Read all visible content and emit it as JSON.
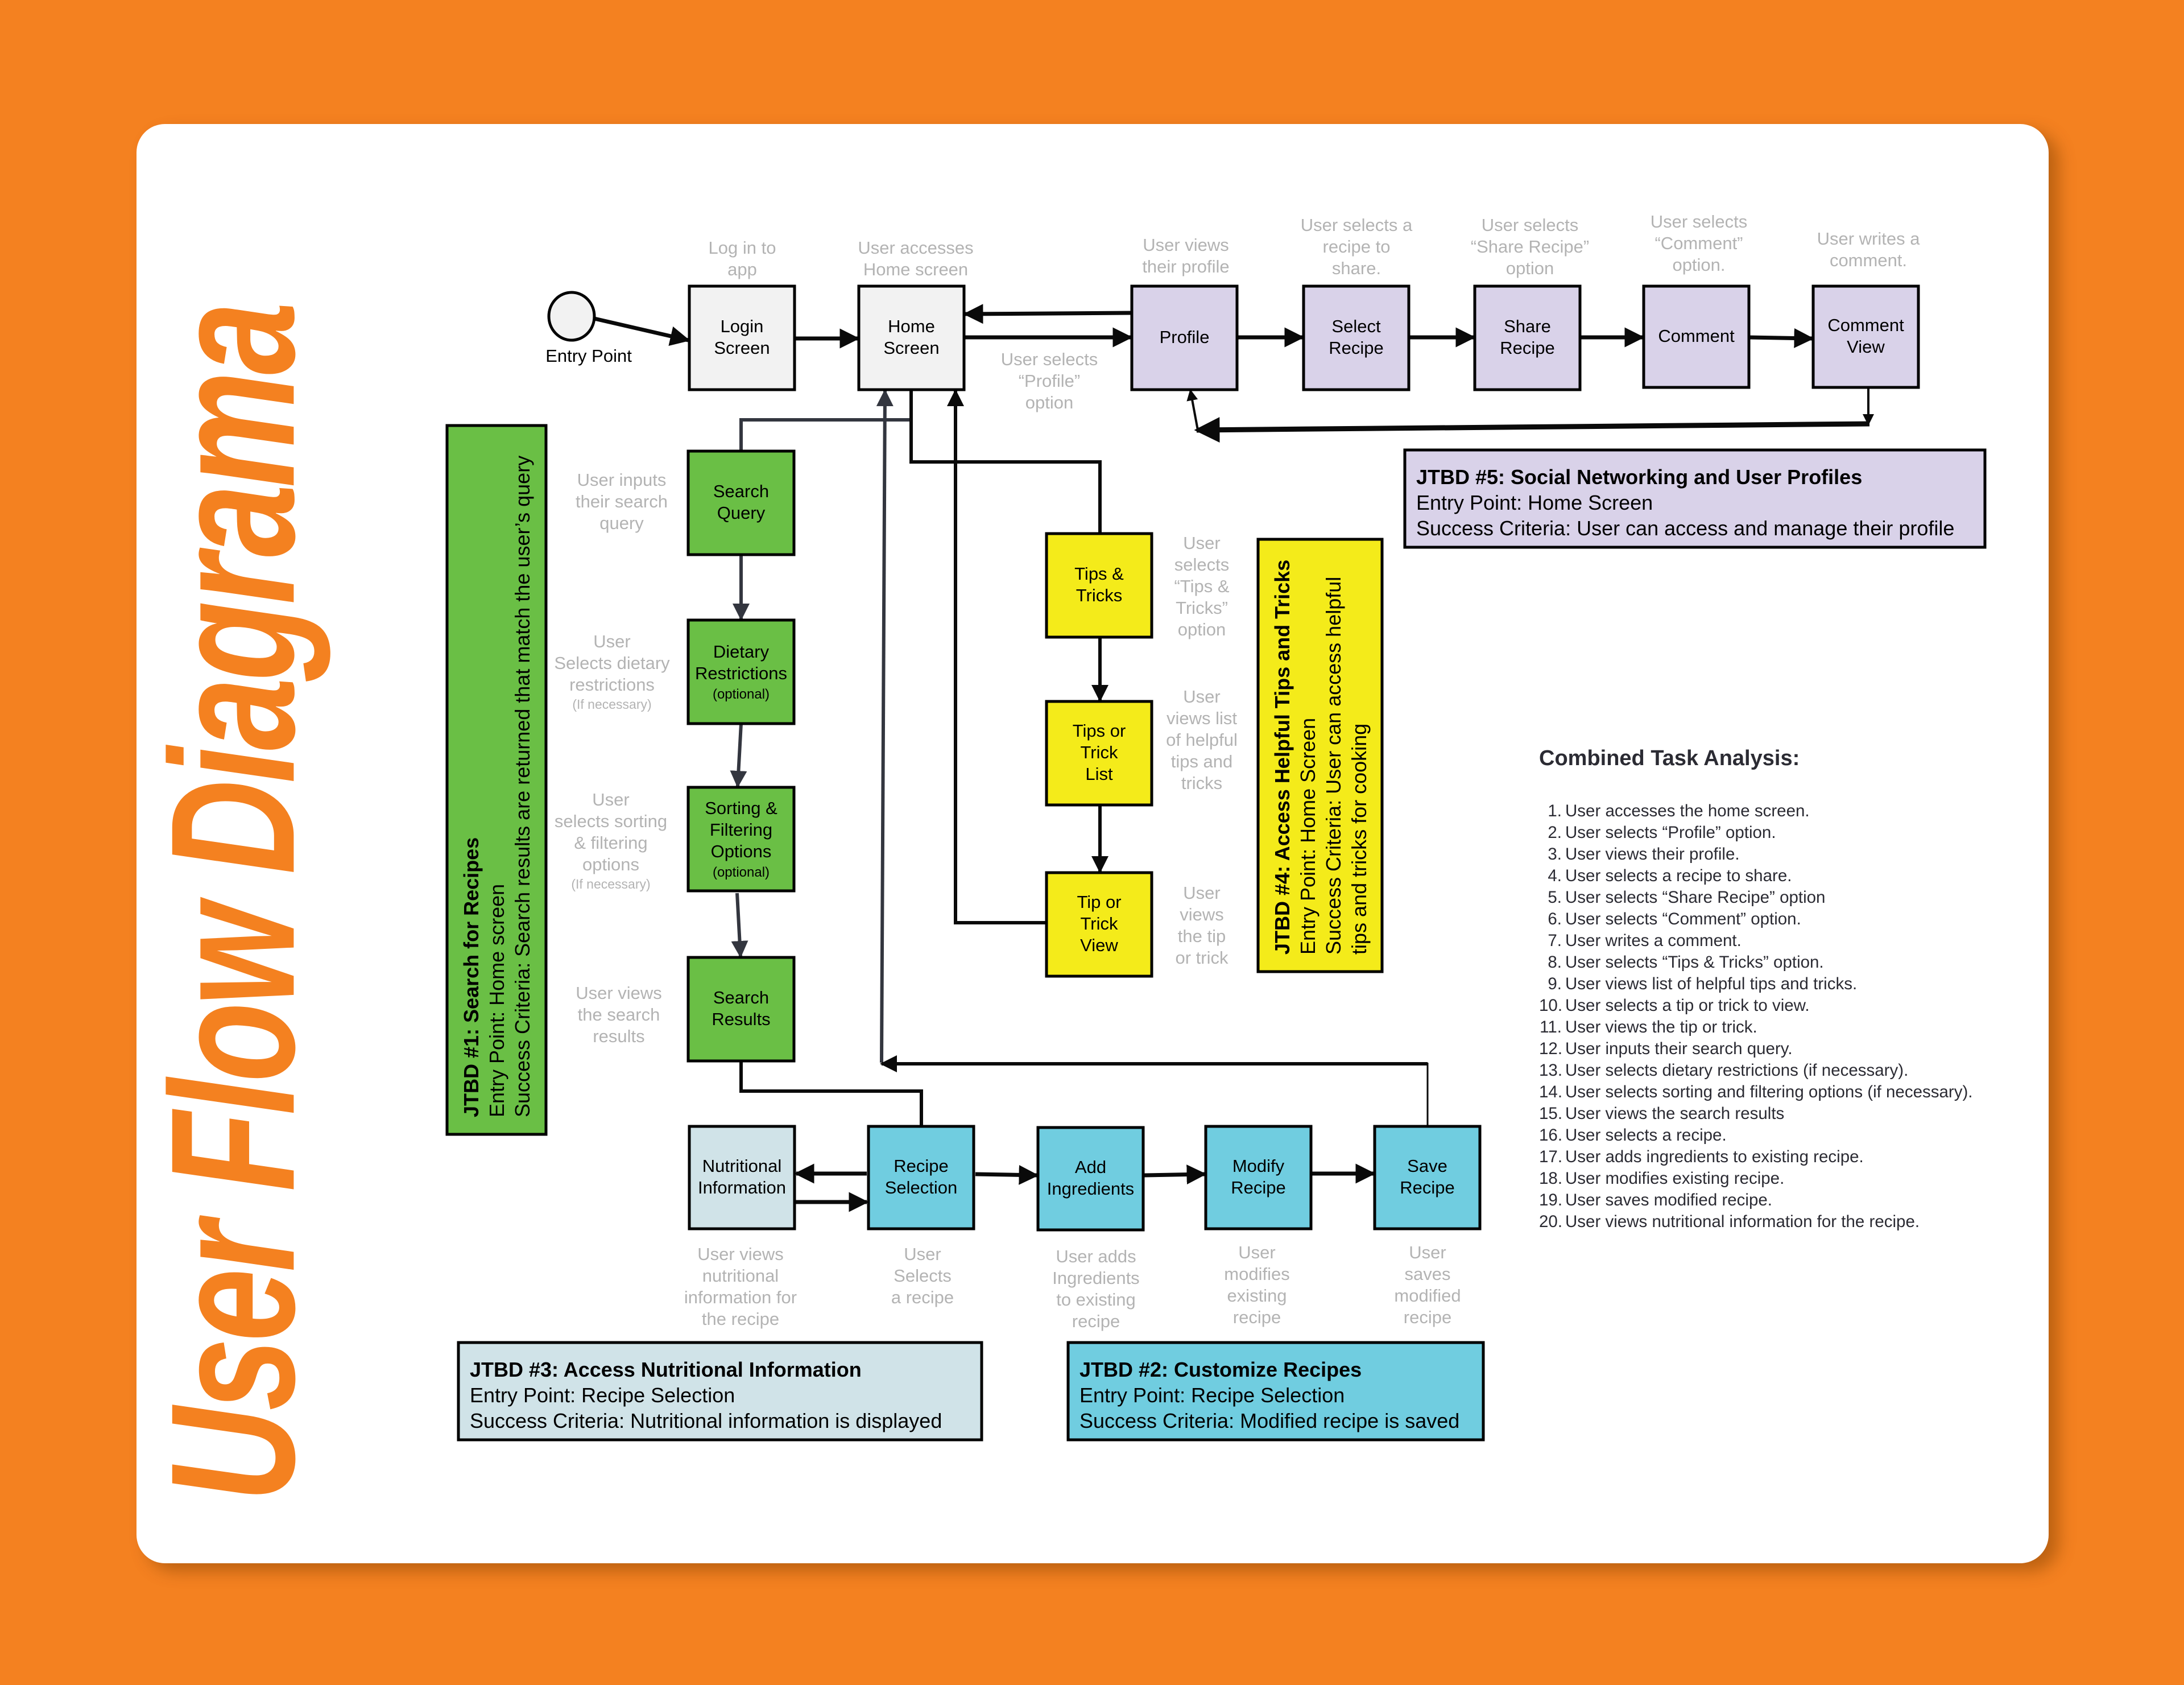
{
  "title": "User Flow Diagrama",
  "colors": {
    "background": "#f48120",
    "card": "#ffffff",
    "title": "#f48120",
    "neutral_node": "#f2f2f2",
    "social": "#d9d2e9",
    "search": "#6abf45",
    "tips": "#f4eb1a",
    "customize": "#70cde0",
    "nutrition": "#d0e3e8",
    "note_text": "#b3b3b3"
  },
  "entry": {
    "label": "Entry Point"
  },
  "nodes": {
    "login": {
      "lines": [
        "Login",
        "Screen"
      ],
      "note": [
        "Log in to",
        "app"
      ]
    },
    "home": {
      "lines": [
        "Home",
        "Screen"
      ],
      "note": [
        "User accesses",
        "Home screen"
      ]
    },
    "profile": {
      "lines": [
        "Profile"
      ],
      "note": [
        "User views",
        "their profile"
      ]
    },
    "select_recipe": {
      "lines": [
        "Select",
        "Recipe"
      ],
      "note": [
        "User selects a",
        "recipe to",
        "share."
      ]
    },
    "share_recipe": {
      "lines": [
        "Share",
        "Recipe"
      ],
      "note": [
        "User selects",
        "“Share Recipe”",
        "option"
      ]
    },
    "comment": {
      "lines": [
        "Comment"
      ],
      "note": [
        "User selects",
        "“Comment”",
        "option."
      ]
    },
    "comment_view": {
      "lines": [
        "Comment",
        "View"
      ],
      "note": [
        "User writes a",
        "comment."
      ]
    },
    "search_query": {
      "lines": [
        "Search",
        "Query"
      ],
      "note": [
        "User inputs",
        "their search",
        "query"
      ]
    },
    "dietary": {
      "lines": [
        "Dietary",
        "Restrictions"
      ],
      "sub": "(optional)",
      "note": [
        "User",
        "Selects dietary",
        "restrictions"
      ],
      "note_sub": "(If necessary)"
    },
    "sorting": {
      "lines": [
        "Sorting &",
        "Filtering",
        "Options"
      ],
      "sub": "(optional)",
      "note": [
        "User",
        "selects sorting",
        "& filtering",
        "options"
      ],
      "note_sub": "(If necessary)"
    },
    "search_results": {
      "lines": [
        "Search",
        "Results"
      ],
      "note": [
        "User views",
        "the search",
        "results"
      ]
    },
    "tips_tricks": {
      "lines": [
        "Tips &",
        "Tricks"
      ],
      "note": [
        "User",
        "selects",
        "“Tips &",
        "Tricks”",
        "option"
      ]
    },
    "tips_list": {
      "lines": [
        "Tips or",
        "Trick",
        "List"
      ],
      "note": [
        "User",
        "views list",
        "of helpful",
        "tips and",
        "tricks"
      ]
    },
    "tip_view": {
      "lines": [
        "Tip or",
        "Trick",
        "View"
      ],
      "note": [
        "User",
        "views",
        "the tip",
        "or trick"
      ]
    },
    "nutrition": {
      "lines": [
        "Nutritional",
        "Information"
      ],
      "note": [
        "User views",
        "nutritional",
        "information for",
        "the recipe"
      ]
    },
    "recipe_selection": {
      "lines": [
        "Recipe",
        "Selection"
      ],
      "note": [
        "User",
        "Selects",
        "a recipe"
      ]
    },
    "add_ingredients": {
      "lines": [
        "Add",
        "Ingredients"
      ],
      "note": [
        "User adds",
        "Ingredients",
        "to existing",
        "recipe"
      ]
    },
    "modify_recipe": {
      "lines": [
        "Modify",
        "Recipe"
      ],
      "note": [
        "User",
        "modifies",
        "existing",
        "recipe"
      ]
    },
    "save_recipe": {
      "lines": [
        "Save",
        "Recipe"
      ],
      "note": [
        "User",
        "saves",
        "modified",
        "recipe"
      ]
    }
  },
  "edge_notes": {
    "home_to_profile": [
      "User selects",
      "“Profile”",
      "option"
    ]
  },
  "jtbd": {
    "j1": {
      "title": "JTBD #1: Search for Recipes",
      "entry": "Entry Point: Home screen",
      "success": "Success Criteria: Search results are returned that match the user’s query"
    },
    "j2": {
      "title": "JTBD #2: Customize Recipes",
      "entry": "Entry Point: Recipe Selection",
      "success": "Success Criteria: Modified recipe is saved"
    },
    "j3": {
      "title": "JTBD #3: Access Nutritional Information",
      "entry": "Entry Point: Recipe Selection",
      "success": "Success Criteria: Nutritional information is displayed"
    },
    "j4": {
      "title": "JTBD #4: Access Helpful Tips and Tricks",
      "entry": "Entry Point: Home Screen",
      "success": "Success Criteria: User can access helpful",
      "success2": "tips and tricks for cooking"
    },
    "j5": {
      "title": "JTBD #5: Social Networking and User Profiles",
      "entry": "Entry Point: Home Screen",
      "success": "Success Criteria: User can access and manage their profile"
    }
  },
  "task_analysis": {
    "title": "Combined Task Analysis:",
    "items": [
      "User accesses the home screen.",
      "User selects “Profile” option.",
      "User views their profile.",
      "User selects a recipe to share.",
      "User selects “Share Recipe” option",
      "User selects “Comment” option.",
      "User writes a comment.",
      "User selects “Tips & Tricks” option.",
      "User views list of helpful tips and tricks.",
      "User selects a tip or trick to view.",
      "User views the tip or trick.",
      "User inputs their search query.",
      "User selects dietary restrictions (if necessary).",
      "User selects sorting and filtering options (if necessary).",
      "User views the search results",
      "User selects a recipe.",
      "User adds ingredients to existing recipe.",
      "User modifies existing recipe.",
      "User saves modified recipe.",
      "User views nutritional information for the recipe."
    ]
  }
}
